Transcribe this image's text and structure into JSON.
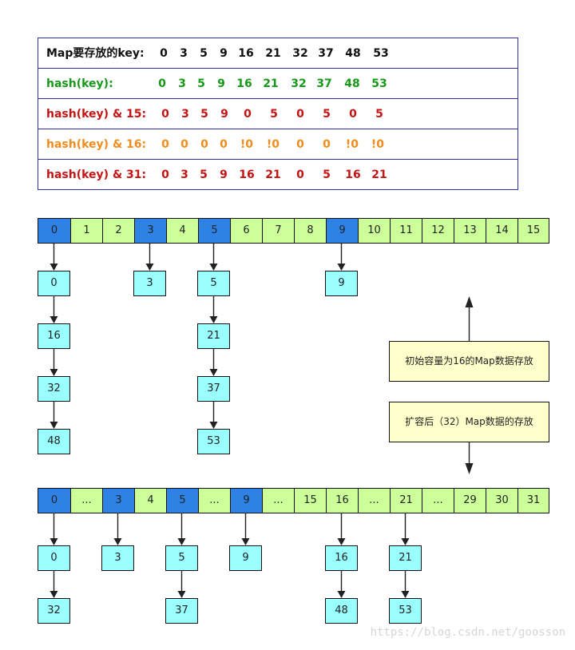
{
  "hash_table": {
    "rows": [
      {
        "label": "Map要存放的key:",
        "color": "#111111",
        "values": [
          "0",
          "3",
          "5",
          "9",
          "16",
          "21",
          "32",
          "37",
          "48",
          "53"
        ]
      },
      {
        "label": "hash(key):",
        "color": "#189818",
        "values": [
          "0",
          "3",
          "5",
          "9",
          "16",
          "21",
          "32",
          "37",
          "48",
          "53"
        ]
      },
      {
        "label": "hash(key) & 15:",
        "color": "#c41414",
        "values": [
          "0",
          "3",
          "5",
          "9",
          "0",
          "5",
          "0",
          "5",
          "0",
          "5"
        ]
      },
      {
        "label": "hash(key) & 16:",
        "color": "#f08c1e",
        "values": [
          "0",
          "0",
          "0",
          "0",
          "!0",
          "!0",
          "0",
          "0",
          "!0",
          "!0"
        ]
      },
      {
        "label": "hash(key) & 31:",
        "color": "#c41414",
        "values": [
          "0",
          "3",
          "5",
          "9",
          "16",
          "21",
          "0",
          "5",
          "16",
          "21"
        ]
      }
    ]
  },
  "array16": {
    "cells": [
      "0",
      "1",
      "2",
      "3",
      "4",
      "5",
      "6",
      "7",
      "8",
      "9",
      "10",
      "11",
      "12",
      "13",
      "14",
      "15"
    ],
    "highlighted": [
      "0",
      "3",
      "5",
      "9"
    ]
  },
  "array32": {
    "cells": [
      "0",
      "...",
      "3",
      "4",
      "5",
      "...",
      "9",
      "...",
      "15",
      "16",
      "...",
      "21",
      "...",
      "29",
      "30",
      "31"
    ],
    "highlighted": [
      "0",
      "3",
      "5",
      "9"
    ]
  },
  "chains16": [
    {
      "bucket": "0",
      "nodes": [
        "0",
        "16",
        "32",
        "48"
      ]
    },
    {
      "bucket": "3",
      "nodes": [
        "3"
      ]
    },
    {
      "bucket": "5",
      "nodes": [
        "5",
        "21",
        "37",
        "53"
      ]
    },
    {
      "bucket": "9",
      "nodes": [
        "9"
      ]
    }
  ],
  "chains32": [
    {
      "bucket": "0",
      "nodes": [
        "0",
        "32"
      ]
    },
    {
      "bucket": "3",
      "nodes": [
        "3"
      ]
    },
    {
      "bucket": "5",
      "nodes": [
        "5",
        "37"
      ]
    },
    {
      "bucket": "9",
      "nodes": [
        "9"
      ]
    },
    {
      "bucket": "16",
      "nodes": [
        "16",
        "48"
      ]
    },
    {
      "bucket": "21",
      "nodes": [
        "21",
        "53"
      ]
    }
  ],
  "notes": {
    "initial": "初始容量为16的Map数据存放",
    "expanded": "扩容后（32）Map数据的存放"
  },
  "colors": {
    "array_cell": "#ccff99",
    "highlight_cell": "#2e82e6",
    "node": "#99ffff",
    "note": "#ffffcc",
    "table_border": "#2f2fb0"
  },
  "watermark": "https://blog.csdn.net/goosson"
}
